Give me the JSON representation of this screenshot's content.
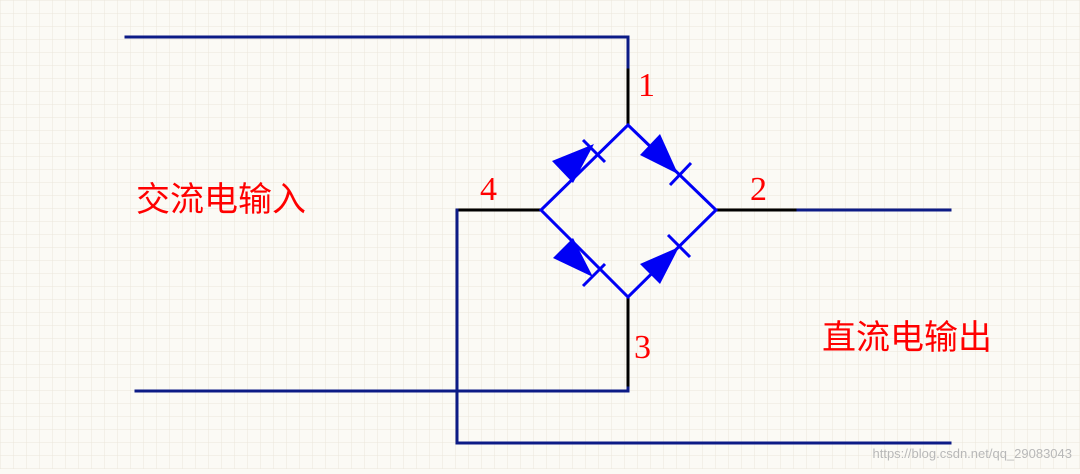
{
  "labels": {
    "ac_input": "交流电输入",
    "dc_output": "直流电输出"
  },
  "pins": {
    "pin1": "1",
    "pin2": "2",
    "pin3": "3",
    "pin4": "4"
  },
  "watermark": "https://blog.csdn.net/qq_29083043",
  "colors": {
    "background": "#fbfaf5",
    "grid": "#ebe6da",
    "wire": "#0c1b86",
    "diode": "#0000f5",
    "text": "#ff0000",
    "watermark": "#b8b8b8"
  }
}
